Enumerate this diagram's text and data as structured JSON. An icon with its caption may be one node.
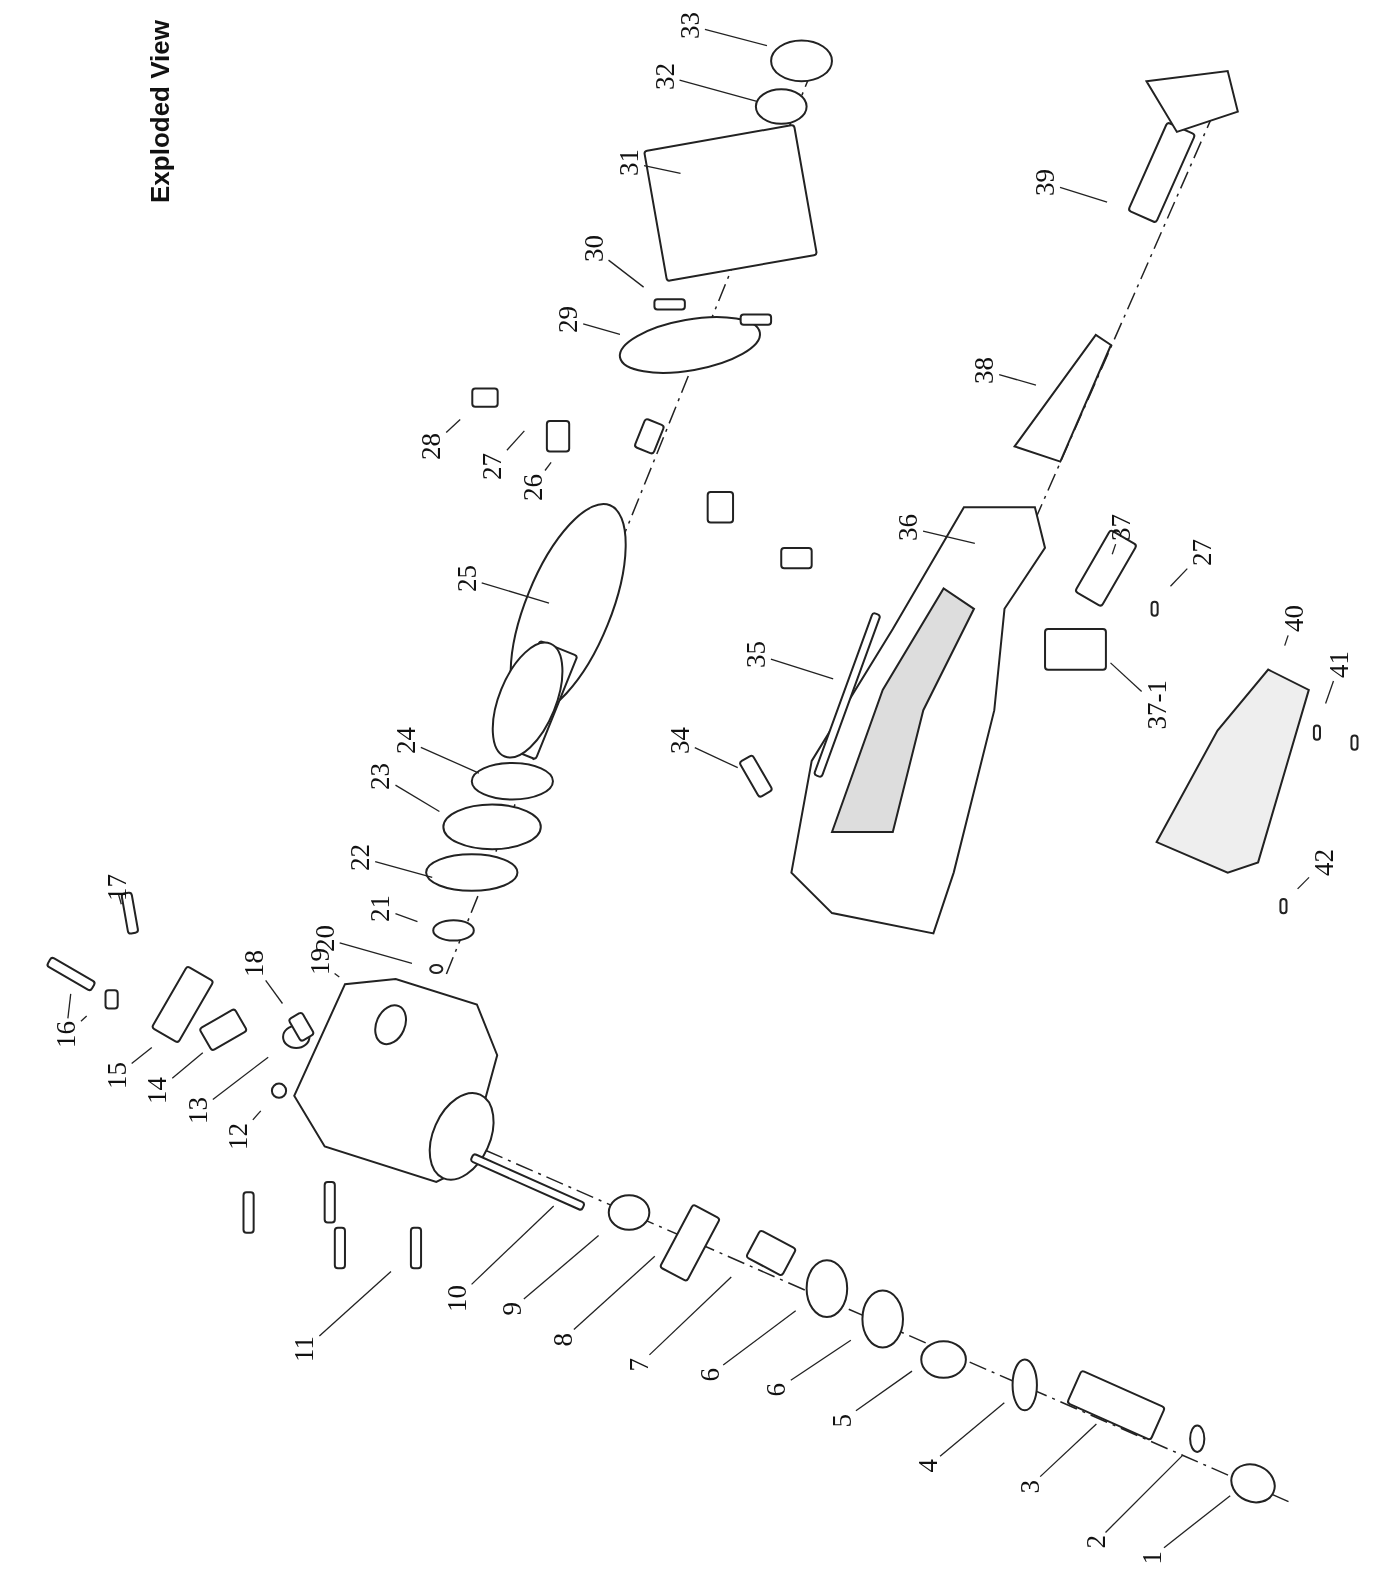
{
  "diagram": {
    "title": "Exploded View",
    "nodes": [
      {
        "text": [
          "1"
        ]
      },
      {
        "text": [
          "2"
        ]
      },
      {
        "text": [
          "3"
        ]
      },
      {
        "text": [
          "4"
        ]
      },
      {
        "text": [
          "5"
        ]
      },
      {
        "text": [
          "6"
        ]
      },
      {
        "text": [
          "6"
        ]
      },
      {
        "text": [
          "7"
        ]
      },
      {
        "text": [
          "8"
        ]
      },
      {
        "text": [
          "9"
        ]
      },
      {
        "text": [
          "10"
        ]
      },
      {
        "text": [
          "11"
        ]
      },
      {
        "text": [
          "12"
        ]
      },
      {
        "text": [
          "13"
        ]
      },
      {
        "text": [
          "14"
        ]
      },
      {
        "text": [
          "15"
        ]
      },
      {
        "text": [
          "16"
        ]
      },
      {
        "text": [
          "17"
        ]
      },
      {
        "text": [
          "18"
        ]
      },
      {
        "text": [
          "19"
        ]
      },
      {
        "text": [
          "20"
        ]
      },
      {
        "text": [
          "21"
        ]
      },
      {
        "text": [
          "22"
        ]
      },
      {
        "text": [
          "23"
        ]
      },
      {
        "text": [
          "24"
        ]
      },
      {
        "text": [
          "25"
        ]
      },
      {
        "text": [
          "26"
        ]
      },
      {
        "text": [
          "27"
        ]
      },
      {
        "text": [
          "27"
        ]
      },
      {
        "text": [
          "28"
        ]
      },
      {
        "text": [
          "29"
        ]
      },
      {
        "text": [
          "30"
        ]
      },
      {
        "text": [
          "31"
        ]
      },
      {
        "text": [
          "32"
        ]
      },
      {
        "text": [
          "33"
        ]
      },
      {
        "text": [
          "34"
        ]
      },
      {
        "text": [
          "35"
        ]
      },
      {
        "text": [
          "36"
        ]
      },
      {
        "text": [
          "37"
        ]
      },
      {
        "text": [
          "37-1"
        ]
      },
      {
        "text": [
          "38"
        ]
      },
      {
        "text": [
          "39"
        ]
      },
      {
        "text": [
          "40"
        ]
      },
      {
        "text": [
          "41"
        ]
      },
      {
        "text": [
          "42"
        ]
      }
    ],
    "edges": [
      {
        "from": 0,
        "to": null,
        "arrow": "none"
      },
      {
        "from": 1,
        "to": null,
        "arrow": "none"
      },
      {
        "from": 2,
        "to": null,
        "arrow": "none"
      },
      {
        "from": 3,
        "to": null,
        "arrow": "none"
      },
      {
        "from": 4,
        "to": null,
        "arrow": "none"
      },
      {
        "from": 5,
        "to": null,
        "arrow": "none"
      },
      {
        "from": 6,
        "to": null,
        "arrow": "none"
      },
      {
        "from": 7,
        "to": null,
        "arrow": "none"
      },
      {
        "from": 8,
        "to": null,
        "arrow": "none"
      },
      {
        "from": 9,
        "to": null,
        "arrow": "none"
      },
      {
        "from": 10,
        "to": null,
        "arrow": "none"
      },
      {
        "from": 11,
        "to": null,
        "arrow": "none"
      },
      {
        "from": 12,
        "to": null,
        "arrow": "none"
      },
      {
        "from": 13,
        "to": null,
        "arrow": "none"
      },
      {
        "from": 14,
        "to": null,
        "arrow": "none"
      },
      {
        "from": 15,
        "to": null,
        "arrow": "none"
      },
      {
        "from": 16,
        "to": null,
        "arrow": "none"
      },
      {
        "from": 16,
        "to": null,
        "arrow": "none"
      },
      {
        "from": 17,
        "to": null,
        "arrow": "none"
      },
      {
        "from": 18,
        "to": null,
        "arrow": "none"
      },
      {
        "from": 19,
        "to": null,
        "arrow": "none"
      },
      {
        "from": 20,
        "to": null,
        "arrow": "none"
      },
      {
        "from": 21,
        "to": null,
        "arrow": "none"
      },
      {
        "from": 22,
        "to": null,
        "arrow": "none"
      },
      {
        "from": 23,
        "to": null,
        "arrow": "none"
      },
      {
        "from": 24,
        "to": null,
        "arrow": "none"
      },
      {
        "from": 25,
        "to": null,
        "arrow": "none"
      },
      {
        "from": 26,
        "to": null,
        "arrow": "none"
      },
      {
        "from": 27,
        "to": null,
        "arrow": "none"
      },
      {
        "from": 28,
        "to": null,
        "arrow": "none"
      },
      {
        "from": 29,
        "to": null,
        "arrow": "none"
      },
      {
        "from": 30,
        "to": null,
        "arrow": "none"
      },
      {
        "from": 31,
        "to": null,
        "arrow": "none"
      },
      {
        "from": 32,
        "to": null,
        "arrow": "none"
      },
      {
        "from": 33,
        "to": null,
        "arrow": "none"
      },
      {
        "from": 34,
        "to": null,
        "arrow": "none"
      },
      {
        "from": 35,
        "to": null,
        "arrow": "none"
      },
      {
        "from": 36,
        "to": null,
        "arrow": "none"
      },
      {
        "from": 37,
        "to": null,
        "arrow": "none"
      },
      {
        "from": 38,
        "to": null,
        "arrow": "none"
      },
      {
        "from": 39,
        "to": null,
        "arrow": "none"
      },
      {
        "from": 40,
        "to": null,
        "arrow": "none"
      },
      {
        "from": 41,
        "to": null,
        "arrow": "none"
      },
      {
        "from": 42,
        "to": null,
        "arrow": "none"
      },
      {
        "from": 43,
        "to": null,
        "arrow": "none"
      },
      {
        "from": 44,
        "to": null,
        "arrow": "none"
      }
    ]
  }
}
